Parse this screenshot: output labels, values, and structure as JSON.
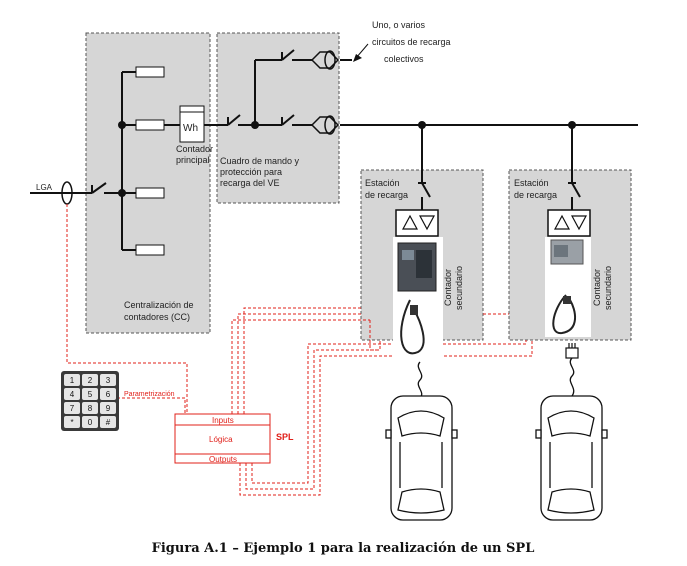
{
  "diagram": {
    "labels": {
      "lga": "LGA",
      "wh": "Wh",
      "contador_principal_1": "Contador",
      "contador_principal_2": "principal",
      "cuadro_1": "Cuadro de mando y",
      "cuadro_2": "protección para",
      "cuadro_3": "recarga del VE",
      "centralizacion_1": "Centralización de",
      "centralizacion_2": "contadores (CC)",
      "circuitos_1": "Uno, o varios",
      "circuitos_2": "circuitos de recarga",
      "circuitos_3": "colectivos",
      "estacion1_1": "Estación",
      "estacion1_2": "de recarga",
      "estacion2_1": "Estación",
      "estacion2_2": "de recarga",
      "contador_sec1_1": "Contador",
      "contador_sec1_2": "secundario",
      "contador_sec2_1": "Contador",
      "contador_sec2_2": "secundario",
      "parametrizacion": "Parametrización",
      "inputs": "Inputs",
      "logica": "Lógica",
      "spl": "SPL",
      "outputs": "Outputs",
      "keypad_keys": [
        "1",
        "2",
        "3",
        "4",
        "5",
        "6",
        "7",
        "8",
        "9",
        "*",
        "0",
        "#"
      ]
    },
    "caption": "Figura A.1 – Ejemplo 1 para la realización de un SPL",
    "colors": {
      "box_fill": "#d3d3d3",
      "line": "#111111",
      "signal": "#e0201a"
    }
  }
}
